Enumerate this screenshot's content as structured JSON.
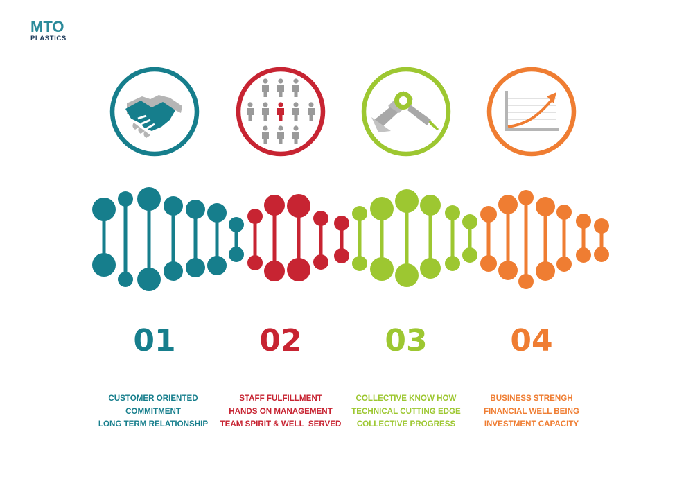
{
  "logo": {
    "main_prefix": "M",
    "main_rest": "TO",
    "sub": "PLASTICS",
    "colors": {
      "teal": "#2B8A9A",
      "dark": "#1d3a5a",
      "red": "#C8283A"
    }
  },
  "pillars": [
    {
      "number": "01",
      "color": "#167E8C",
      "icon": "handshake-icon",
      "lines": [
        "CUSTOMER ORIENTED",
        "COMMITMENT",
        "LONG TERM RELATIONSHIP"
      ]
    },
    {
      "number": "02",
      "color": "#C72432",
      "icon": "team-people-icon",
      "lines": [
        "STAFF FULFILLMENT",
        "HANDS ON MANAGEMENT",
        "TEAM SPIRIT & WELL  SERVED"
      ]
    },
    {
      "number": "03",
      "color": "#9DC731",
      "icon": "robot-arm-icon",
      "lines": [
        "COLLECTIVE KNOW HOW",
        "TECHNICAL CUTTING EDGE",
        "COLLECTIVE PROGRESS"
      ]
    },
    {
      "number": "04",
      "color": "#EF7D32",
      "icon": "growth-chart-icon",
      "lines": [
        "BUSINESS STRENGH",
        "FINANCIAL WELL BEING",
        "INVESTMENT CAPACITY"
      ]
    }
  ]
}
